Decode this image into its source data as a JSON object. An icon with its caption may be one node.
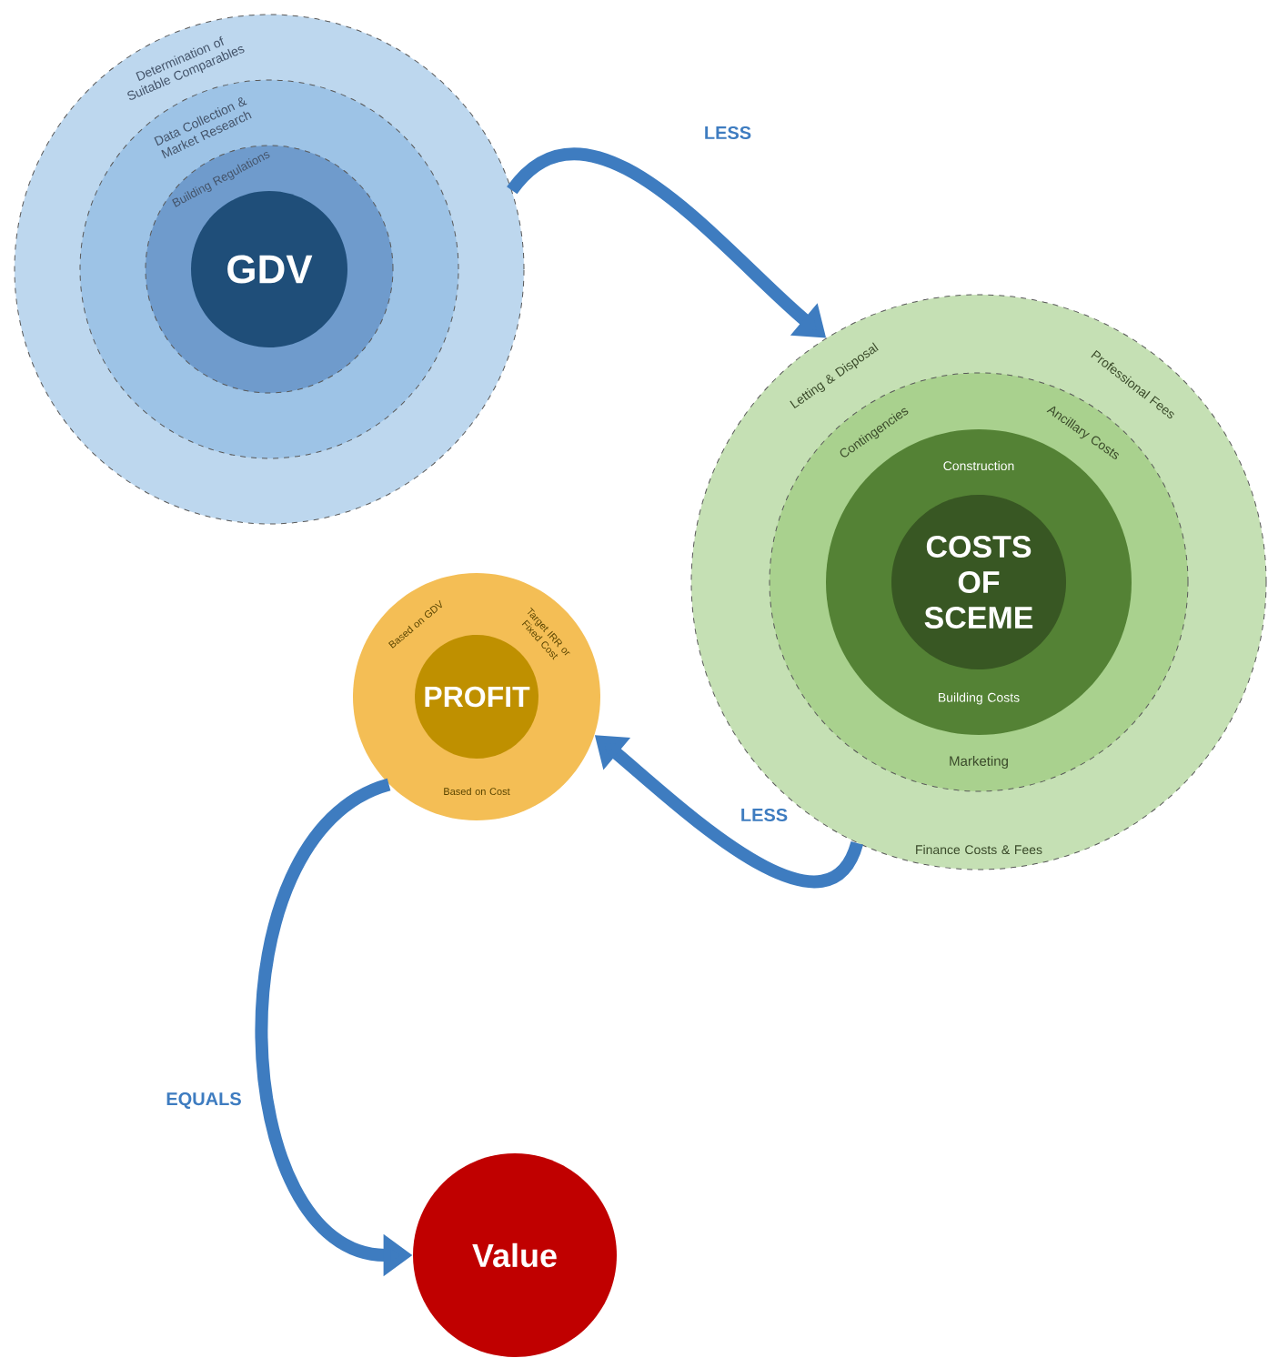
{
  "diagram": {
    "nodes": [
      {
        "text": [
          "Determination of Suitable Comparables"
        ]
      },
      {
        "text": [
          "Data Collection & Market Research"
        ],
        "in": 0
      },
      {
        "text": [
          "Building Regulations"
        ],
        "in": 1
      },
      {
        "text": [
          "GDV"
        ],
        "in": 2
      },
      {
        "text": [
          "Letting & Disposal",
          "Professional Fees",
          "Finance Costs & Fees"
        ]
      },
      {
        "text": [
          "Contingencies",
          "Ancillary Costs",
          "Marketing"
        ],
        "in": 4
      },
      {
        "text": [
          "Construction",
          "Building Costs"
        ],
        "in": 5
      },
      {
        "text": [
          "COSTS OF SCEME"
        ],
        "in": 6
      },
      {
        "text": [
          "Based on GDV",
          "Target IRR or Fixed Cost",
          "Based on Cost"
        ]
      },
      {
        "text": [
          "PROFIT"
        ],
        "in": 8
      },
      {
        "text": [
          "Value"
        ]
      }
    ],
    "edges": [
      {
        "from": 0,
        "to": 4,
        "arrow": "to",
        "label": "LESS"
      },
      {
        "from": 4,
        "to": 8,
        "arrow": "to",
        "label": "LESS"
      },
      {
        "from": 8,
        "to": 10,
        "arrow": "to",
        "label": "EQUALS"
      }
    ]
  }
}
